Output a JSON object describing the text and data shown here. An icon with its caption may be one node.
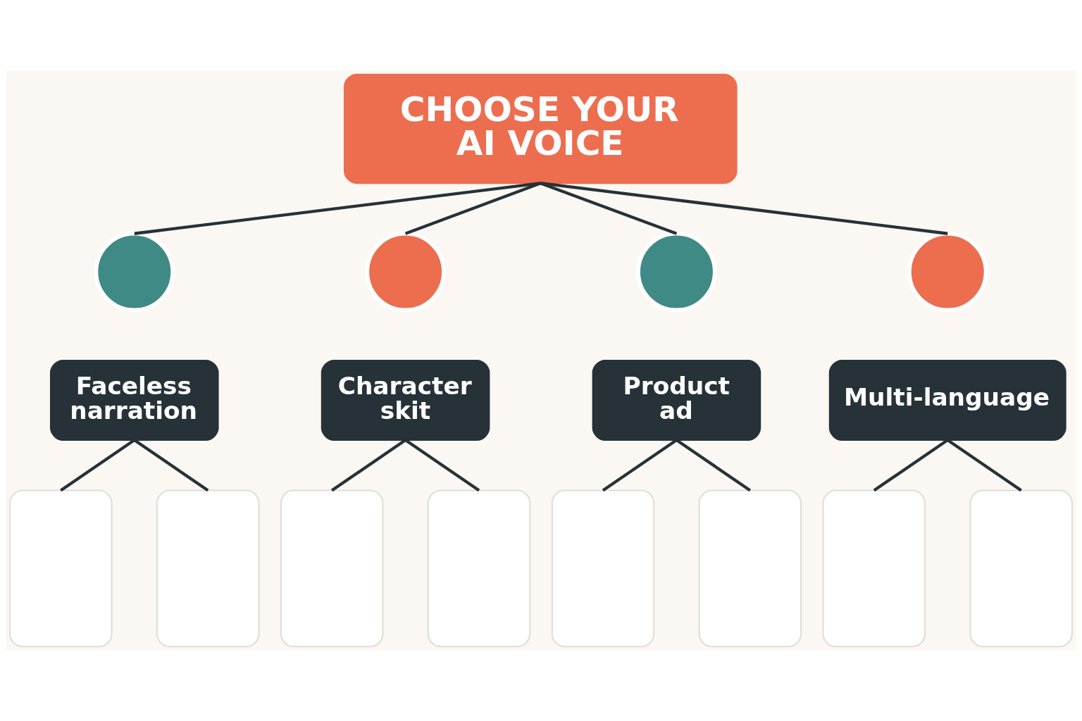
{
  "diagram": {
    "nodes": [
      {
        "text": [
          "CHOOSE YOUR AI VOICE"
        ]
      },
      {
        "text": [],
        "shape": "circle"
      },
      {
        "text": [],
        "shape": "circle"
      },
      {
        "text": [],
        "shape": "circle"
      },
      {
        "text": [],
        "shape": "circle"
      },
      {
        "text": [
          "Faceless narration"
        ]
      },
      {
        "text": [
          "Character skit"
        ]
      },
      {
        "text": [
          "Product ad"
        ]
      },
      {
        "text": [
          "Multi-language"
        ]
      },
      {
        "text": [],
        "shape": "box"
      },
      {
        "text": [],
        "shape": "box"
      },
      {
        "text": [],
        "shape": "box"
      },
      {
        "text": [],
        "shape": "box"
      },
      {
        "text": [],
        "shape": "box"
      },
      {
        "text": [],
        "shape": "box"
      },
      {
        "text": [],
        "shape": "box"
      },
      {
        "text": [],
        "shape": "box"
      }
    ],
    "edges": [
      {
        "from": 0,
        "to": 1,
        "arrow": "none"
      },
      {
        "from": 0,
        "to": 2,
        "arrow": "none"
      },
      {
        "from": 0,
        "to": 3,
        "arrow": "none"
      },
      {
        "from": 0,
        "to": 4,
        "arrow": "none"
      },
      {
        "from": 5,
        "to": 9,
        "arrow": "none"
      },
      {
        "from": 5,
        "to": 10,
        "arrow": "none"
      },
      {
        "from": 6,
        "to": 11,
        "arrow": "none"
      },
      {
        "from": 6,
        "to": 12,
        "arrow": "none"
      },
      {
        "from": 7,
        "to": 13,
        "arrow": "none"
      },
      {
        "from": 7,
        "to": 14,
        "arrow": "none"
      },
      {
        "from": 8,
        "to": 15,
        "arrow": "none"
      },
      {
        "from": 8,
        "to": 16,
        "arrow": "none"
      }
    ]
  }
}
